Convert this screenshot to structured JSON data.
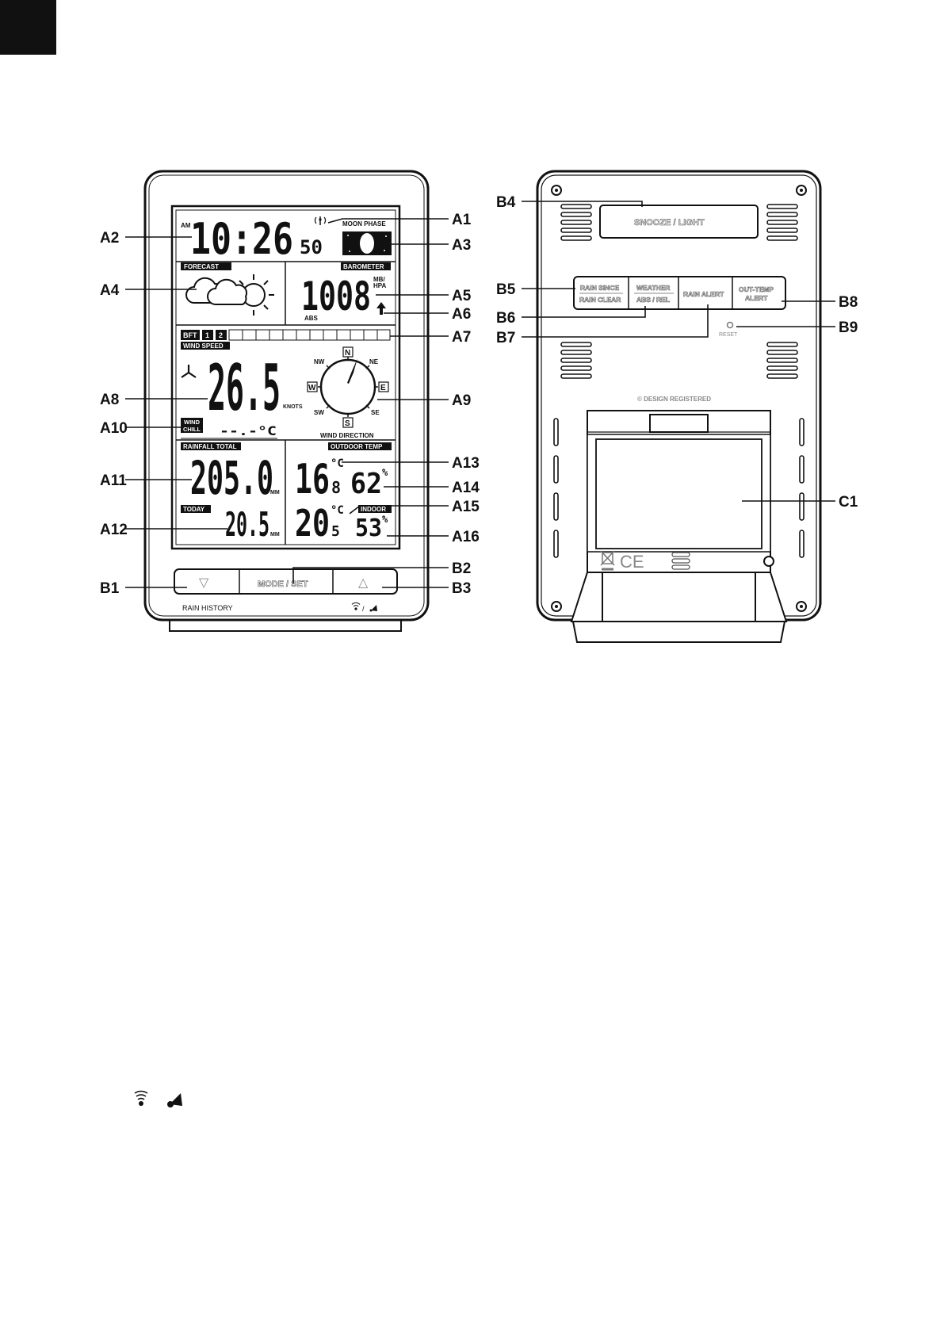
{
  "front": {
    "lcd": {
      "am": "AM",
      "time": "10:26",
      "seconds": "50",
      "moon_phase_label": "MOON PHASE",
      "forecast_label": "FORECAST",
      "barometer_label": "BAROMETER",
      "pressure": "1008",
      "pressure_unit_top": "MB/",
      "pressure_unit_bottom": "HPA",
      "abs_label": "ABS",
      "bft_label": "BFT",
      "bft_1": "1",
      "bft_2": "2",
      "wind_speed_label": "WIND SPEED",
      "wind_speed": "26.5",
      "knots_label": "KNOTS",
      "wind_chill_line1": "WIND",
      "wind_chill_line2": "CHILL",
      "wind_chill_value": "--.-°C",
      "wind_direction_label": "WIND DIRECTION",
      "compass": {
        "n": "N",
        "ne": "NE",
        "e": "E",
        "se": "SE",
        "s": "S",
        "sw": "SW",
        "w": "W",
        "nw": "NW"
      },
      "rainfall_total_label": "RAINFALL TOTAL",
      "rainfall_total": "205.0",
      "today_label": "TODAY",
      "rainfall_today": "20.5",
      "mm_label": "MM",
      "outdoor_temp_label": "OUTDOOR TEMP",
      "outdoor_temp": "16",
      "outdoor_temp_decimal": "8",
      "outdoor_humidity": "62",
      "indoor_label": "INDOOR",
      "indoor_temp": "20",
      "indoor_temp_decimal": "5",
      "indoor_humidity": "53",
      "deg_c": "°C",
      "percent": "%"
    },
    "buttons": {
      "down_symbol": "▽",
      "mode_set": "MODE / SET",
      "up_symbol": "△"
    },
    "rain_history": "RAIN HISTORY",
    "bottom_right": "/"
  },
  "back": {
    "snooze_light": "SNOOZE / LIGHT",
    "rain_since": "RAIN SINCE",
    "rain_clear": "RAIN CLEAR",
    "weather": "WEATHER",
    "abs_rel": "ABS / REL",
    "rain_alert": "RAIN ALERT",
    "out_temp": "OUT-TEMP",
    "alert": "ALERT",
    "reset": "RESET",
    "design_registered": "© DESIGN REGISTERED",
    "ce_mark": "CE"
  },
  "callouts": {
    "a1": "A1",
    "a2": "A2",
    "a3": "A3",
    "a4": "A4",
    "a5": "A5",
    "a6": "A6",
    "a7": "A7",
    "a8": "A8",
    "a9": "A9",
    "a10": "A10",
    "a11": "A11",
    "a12": "A12",
    "a13": "A13",
    "a14": "A14",
    "a15": "A15",
    "a16": "A16",
    "b1": "B1",
    "b2": "B2",
    "b3": "B3",
    "b4": "B4",
    "b5": "B5",
    "b6": "B6",
    "b7": "B7",
    "b8": "B8",
    "b9": "B9",
    "c1": "C1"
  },
  "icons": [
    "signal-icon",
    "bell-icon",
    "sun-icon",
    "cloud-icon",
    "moon-icon",
    "antenna-icon",
    "fan-icon",
    "arrow-up-icon",
    "recycle-bin-icon",
    "speaker-icon"
  ]
}
